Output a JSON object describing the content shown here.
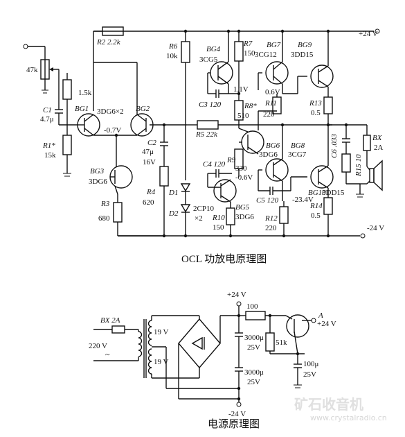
{
  "amp": {
    "caption": "OCL 功放电原理图",
    "supply_pos": "+24 V",
    "supply_neg": "-24 V",
    "pot_input": "47k",
    "r_1_5k": "1.5k",
    "c1_name": "C1",
    "c1_value": "4.7μ",
    "r1_name": "R1*",
    "r1_value": "15k",
    "bg1": "BG1",
    "bg12_type": "3DG6×2",
    "bg2": "BG2",
    "v_m07": "-0.7V",
    "r2": "R2 2.2k",
    "r6_name": "R6",
    "r6_value": "10k",
    "bg4": "BG4",
    "bg4_type": "3CG5",
    "r7_name": "R7",
    "r7_value": "150",
    "bg7": "BG7",
    "bg7_type": "3CG12",
    "bg9": "BG9",
    "bg9_type": "3DD15",
    "v_11": "1.1V",
    "v_06": "0.6V",
    "c3": "C3 120",
    "r8_name": "R8*",
    "r8_value": "510",
    "r11_name": "R11",
    "r11_value": "220",
    "r13_name": "R13",
    "r13_value": "0.5",
    "c2_name": "C2",
    "c2_value": "47μ",
    "c2_volt": "16V",
    "r5": "R5 22k",
    "bg6": "BG6",
    "bg6_type": "3DG6",
    "bg8": "BG8",
    "bg8_type": "3CG7",
    "c6": "C6 .033",
    "bx_name": "BX",
    "bx_value": "2A",
    "r15": "R15 10",
    "c4": "C4 120",
    "r9_name": "R9",
    "r9_value": "330",
    "v_m06": "-0.6V",
    "bg3": "BG3",
    "bg3_type": "3DG6",
    "r4_name": "R4",
    "r4_value": "620",
    "d1": "D1",
    "d2": "D2",
    "diode_type": "2CP10",
    "diode_count": "×2",
    "bg5": "BG5",
    "bg5_type": "3DG6",
    "r10_name": "R10",
    "r10_value": "150",
    "c5": "C5 120",
    "r12_name": "R12",
    "r12_value": "220",
    "v_m234": "-23.4V",
    "r14_name": "R14",
    "r14_value": "0.5",
    "bg10": "BG10",
    "bg10_type": "3DD15",
    "r3_name": "R3",
    "r3_value": "680"
  },
  "psu": {
    "caption": "电源原理图",
    "fuse": "BX 2A",
    "mains": "220 V",
    "mains_symbol": "~",
    "sec1": "19 V",
    "sec2": "19 V",
    "pos": "+24 V",
    "neg": "-24 V",
    "r100": "100",
    "r51k": "51k",
    "c3000a": "3000μ",
    "c3000a_v": "25V",
    "c3000b": "3000μ",
    "c3000b_v": "25V",
    "c100": "100μ",
    "c100_v": "25V",
    "out_a": "A",
    "out_pos": "+24 V"
  },
  "watermark": {
    "logo": "矿石收音机",
    "url": "www.crystalradio.cn"
  }
}
